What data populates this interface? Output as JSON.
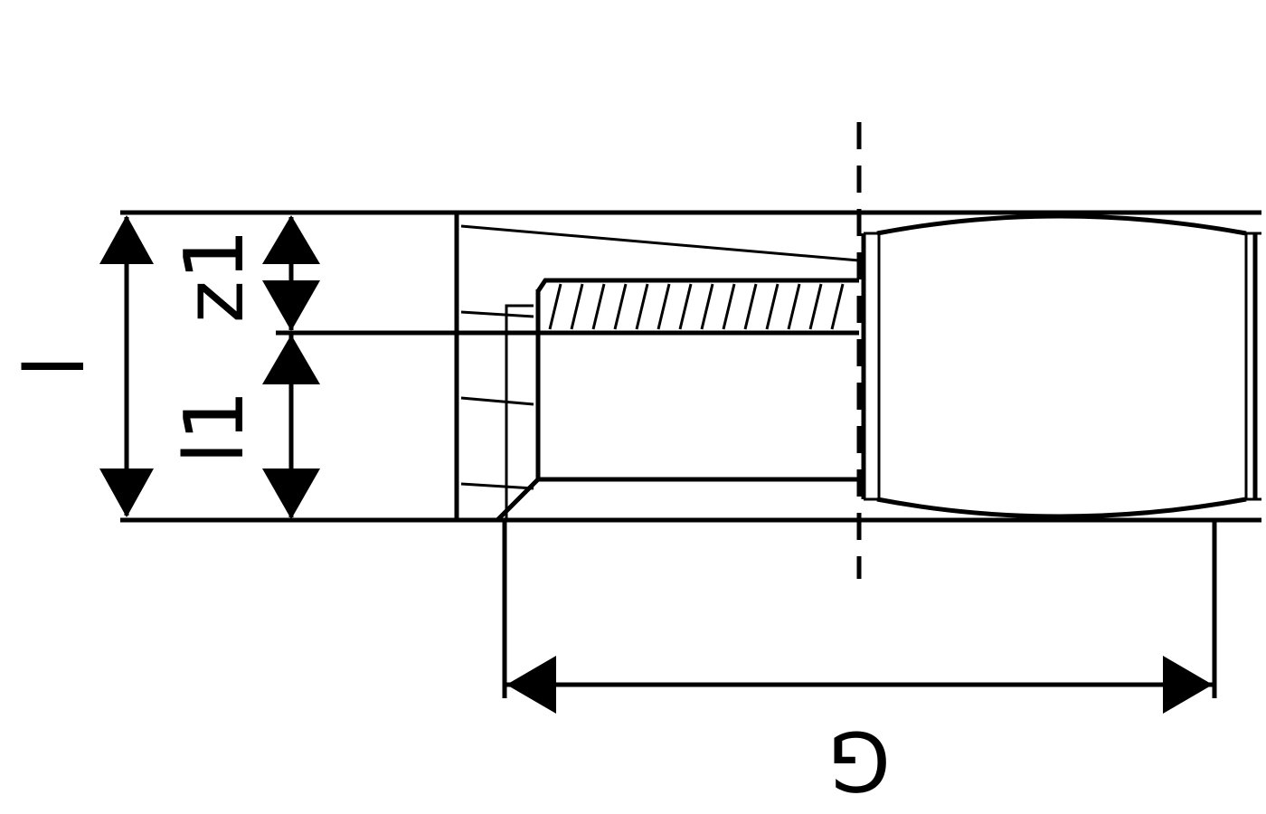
{
  "drawing": {
    "labels": {
      "overall_length": "l",
      "thread_length": "z1",
      "bore_length": "l1",
      "thread_size": "G"
    },
    "colors": {
      "line": "#000000",
      "background": "#ffffff"
    }
  }
}
